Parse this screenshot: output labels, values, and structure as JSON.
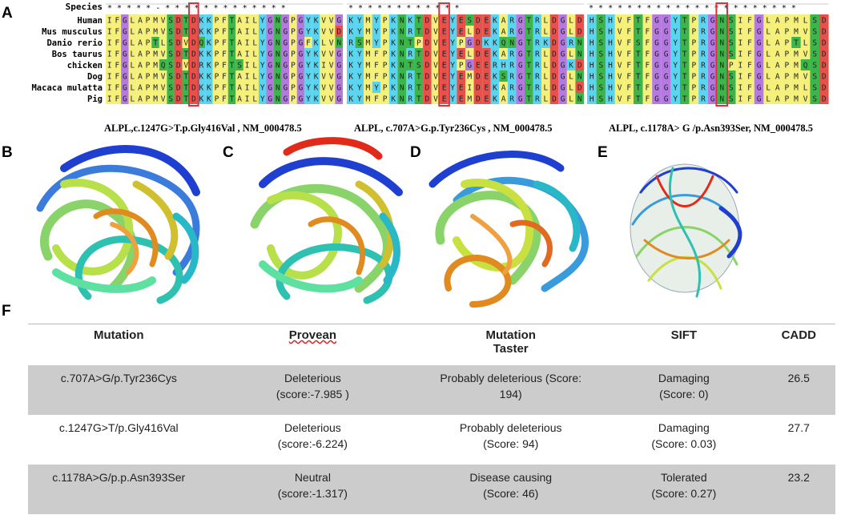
{
  "panels": {
    "A": "A",
    "B": "B",
    "C": "C",
    "D": "D",
    "E": "E",
    "F": "F"
  },
  "alignment": {
    "species_header": "Species",
    "species": [
      "Human",
      "Mus musculus",
      "Danio rerio",
      "Bos taurus",
      "chicken",
      "Dog",
      "Macaca mulatta",
      "Pig"
    ],
    "blocks": [
      {
        "caption": "ALPL,c.1247G>T.p.Gly416Val , NM_000478.5",
        "conservation": "* * * * *   - *   *   * * * *     * * * * *     * *",
        "highlight_col": 11,
        "seqs": [
          "IFGLAPMVSDTDKKPFTAILYGNGPGYKVVG",
          "IFGLAPMVSDTDKKPFTAILYGNGPGYKVVD",
          "IFGLAPTLSDVDQKPFTAILYGNGPGFKLVN",
          "IFGLAPMVSDTDKKPFTAILYGNGPGYKVVG",
          "IFGLAPMQSDVDRKPFTSILYGNGPGYKIVG",
          "IFGLAPMVSDTDKKPFTAILYGNGPGYKVVG",
          "IFGLAPMVSDTDKKPFTAILYGNGPGYKVVG",
          "IFGLAPMVSDTDKKPFTAILYGNGPGYKVVG"
        ]
      },
      {
        "caption": "ALPL, c.707A>G.p.Tyr236Cys , NM_000478.5",
        "conservation": "  *   * * *       * * *             * * *     * *",
        "highlight_col": 11,
        "seqs": [
          "KYMYPKNKTDVEYESDEKARGTRLDGLD",
          "KYMYPKNRTDVEYELDEKARGTRLDGLD",
          "RSMYPKNTPDVEYPGDKKQNGTRKDGRN",
          "KYMFPKNRTDVEYELDEKARGTRLDGLN",
          "KYMFPKNTSDVEYPGEERHRGTRLDGKD",
          "KYMFPKNRTDVEYEMDEKSRGTRLDGLN",
          "KYMYPKNRTDVEYEIDEKARGTRLDGLD",
          "KYMFPKNRTDVEYEMDEKARGTRLDGLN"
        ]
      },
      {
        "caption": "ALPL,  c.1178A> G /p.Asn393Ser, NM_000478.5",
        "conservation": "* * * * *     * * * * * * * *   *   * * * * * *     * *",
        "highlight_col": 14,
        "seqs": [
          "HSHVFTFGGYTPRGNSIFGLAPMLSD",
          "HSHVFTFGGYTPRGNSIFGLAPMVSD",
          "HSHVFSFGGYTPRGNSIFGLAPTLSD",
          "HSHVFTFGGYTPRGNSIFGLAPMVSD",
          "HSHVFTFGGYTPRGNPIFGLAPMQSD",
          "HSHVFTFGGYTPRGNSIFGLAPMVSD",
          "HSHVFTFGGYTPRGNSIFGLAPMLSD",
          "HSHVFTFGGYTPRGNSIFGLAPMVSD"
        ]
      }
    ]
  },
  "residue_colors": {
    "yellow": "#f5f07a",
    "green": "#3cb54a",
    "cyan": "#5bd4f0",
    "purple": "#b47ae0",
    "red": "#e8504a",
    "orange": "#f2a040",
    "pink": "#f0a0c8",
    "blue": "#6a8fe6",
    "highlight_box": "#e0303a"
  },
  "table": {
    "headers": [
      "Mutation",
      "Provean",
      "Mutation\nTaster",
      "SIFT",
      "CADD"
    ],
    "rows": [
      {
        "mutation": "c.707A>G/p.Tyr236Cys",
        "provean_1": "Deleterious",
        "provean_2": "(score:-7.985 )",
        "taster_1": "Probably deleterious (Score:",
        "taster_2": "194)",
        "sift_1": "Damaging",
        "sift_2": "(Score: 0)",
        "cadd": "26.5"
      },
      {
        "mutation": "c.1247G>T/p.Gly416Val",
        "provean_1": "Deleterious",
        "provean_2": "(score:-6.224)",
        "taster_1": "Probably deleterious",
        "taster_2": "(Score: 94)",
        "sift_1": "Damaging",
        "sift_2": "(Score: 0.03)",
        "cadd": "27.7"
      },
      {
        "mutation": "c.1178A>G/p.p.Asn393Ser",
        "provean_1": "Neutral",
        "provean_2": "(score:-1.317)",
        "taster_1": "Disease causing",
        "taster_2": "(Score: 46)",
        "sift_1": "Tolerated",
        "sift_2": "(Score: 0.27)",
        "cadd": "23.2"
      }
    ],
    "shade_color": "#cccccc"
  }
}
